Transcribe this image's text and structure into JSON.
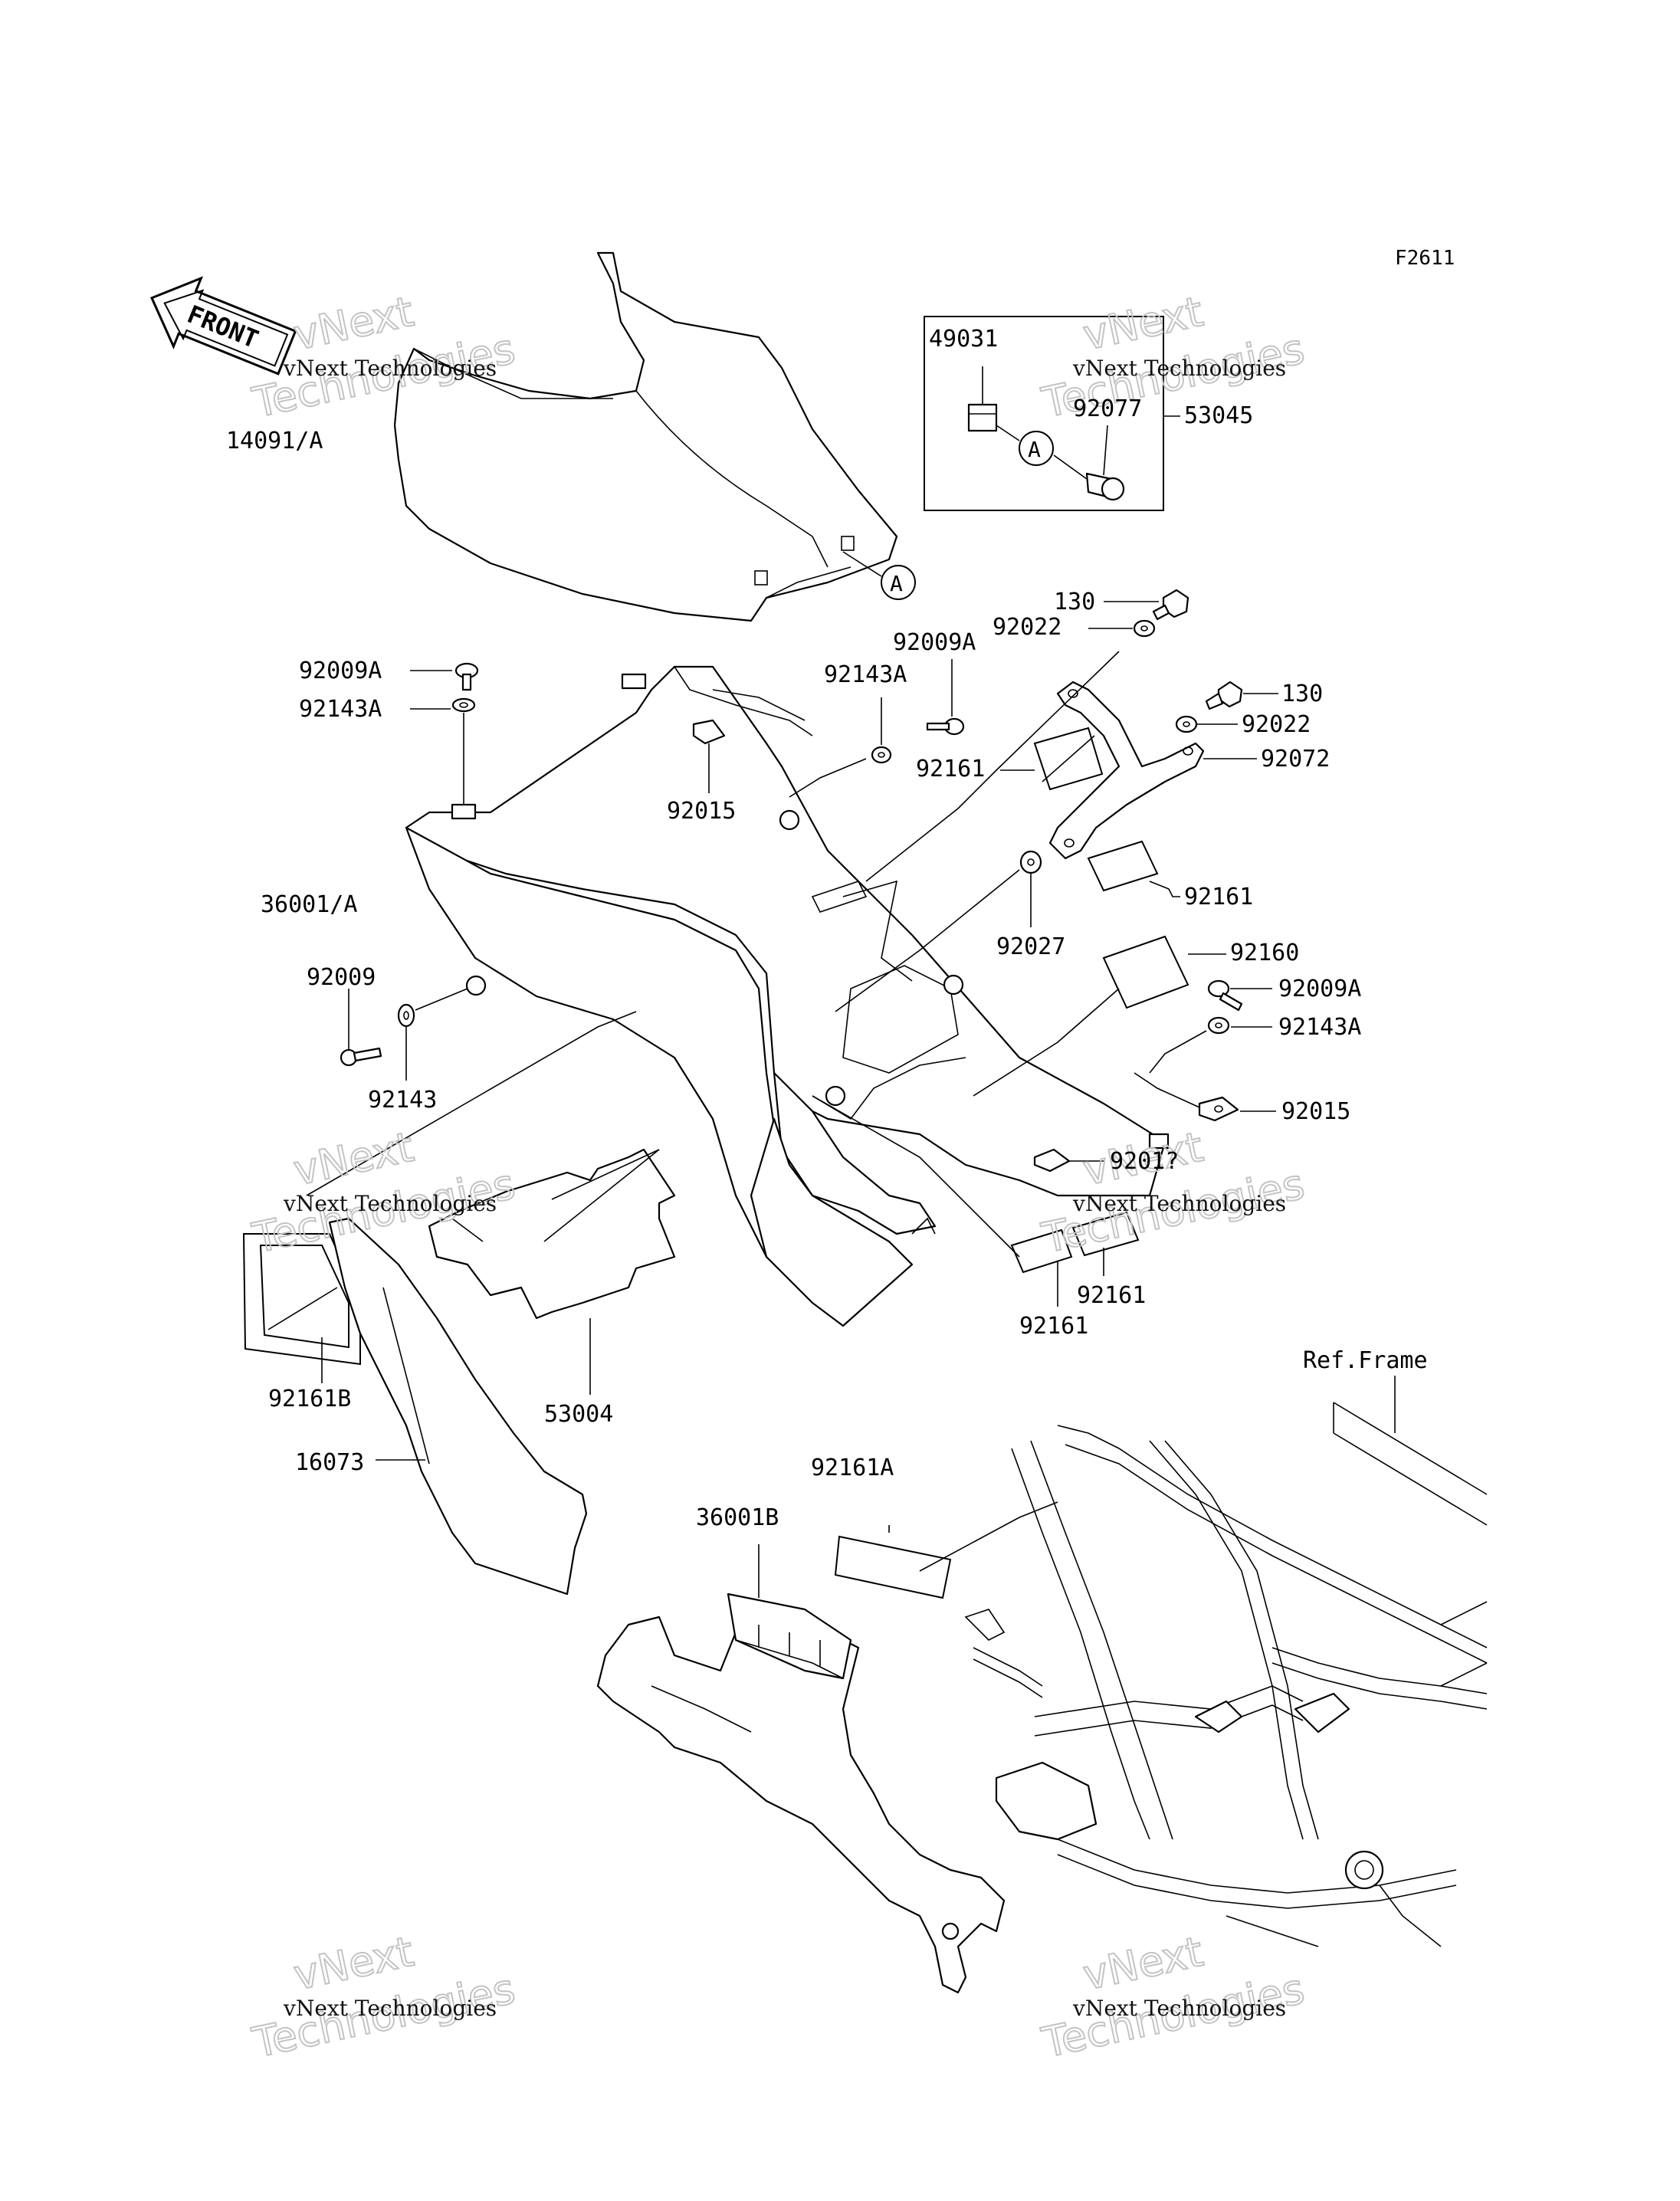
{
  "figure_code": "F2611",
  "front_arrow_label": "FRONT",
  "reference_callout": "A",
  "reference_label": "Ref.Frame",
  "watermark": {
    "brand": "vNext Technologies",
    "large_word": "Technologies",
    "small_word": "vNext"
  },
  "parts": [
    {
      "id": "14091-A",
      "label": "14091/A"
    },
    {
      "id": "49031",
      "label": "49031"
    },
    {
      "id": "92077",
      "label": "92077"
    },
    {
      "id": "53045",
      "label": "53045"
    },
    {
      "id": "130-top",
      "label": "130"
    },
    {
      "id": "92022-top",
      "label": "92022"
    },
    {
      "id": "92009A-left",
      "label": "92009A"
    },
    {
      "id": "92143A-left",
      "label": "92143A"
    },
    {
      "id": "92009A-mid",
      "label": "92009A"
    },
    {
      "id": "92143A-mid",
      "label": "92143A"
    },
    {
      "id": "130-right",
      "label": "130"
    },
    {
      "id": "92022-right",
      "label": "92022"
    },
    {
      "id": "92072",
      "label": "92072"
    },
    {
      "id": "92161-upper",
      "label": "92161"
    },
    {
      "id": "92015-left",
      "label": "92015"
    },
    {
      "id": "92161-right",
      "label": "92161"
    },
    {
      "id": "36001-A",
      "label": "36001/A"
    },
    {
      "id": "92027",
      "label": "92027"
    },
    {
      "id": "92160",
      "label": "92160"
    },
    {
      "id": "92009",
      "label": "92009"
    },
    {
      "id": "92009A-right",
      "label": "92009A"
    },
    {
      "id": "92143A-right",
      "label": "92143A"
    },
    {
      "id": "92143",
      "label": "92143"
    },
    {
      "id": "92015-right",
      "label": "92015"
    },
    {
      "id": "92015-lower",
      "label": "9201?"
    },
    {
      "id": "92161-lower-right",
      "label": "92161"
    },
    {
      "id": "92161-lower-left",
      "label": "92161"
    },
    {
      "id": "92161B",
      "label": "92161B"
    },
    {
      "id": "53004",
      "label": "53004"
    },
    {
      "id": "16073",
      "label": "16073"
    },
    {
      "id": "92161A",
      "label": "92161A"
    },
    {
      "id": "36001B",
      "label": "36001B"
    }
  ]
}
